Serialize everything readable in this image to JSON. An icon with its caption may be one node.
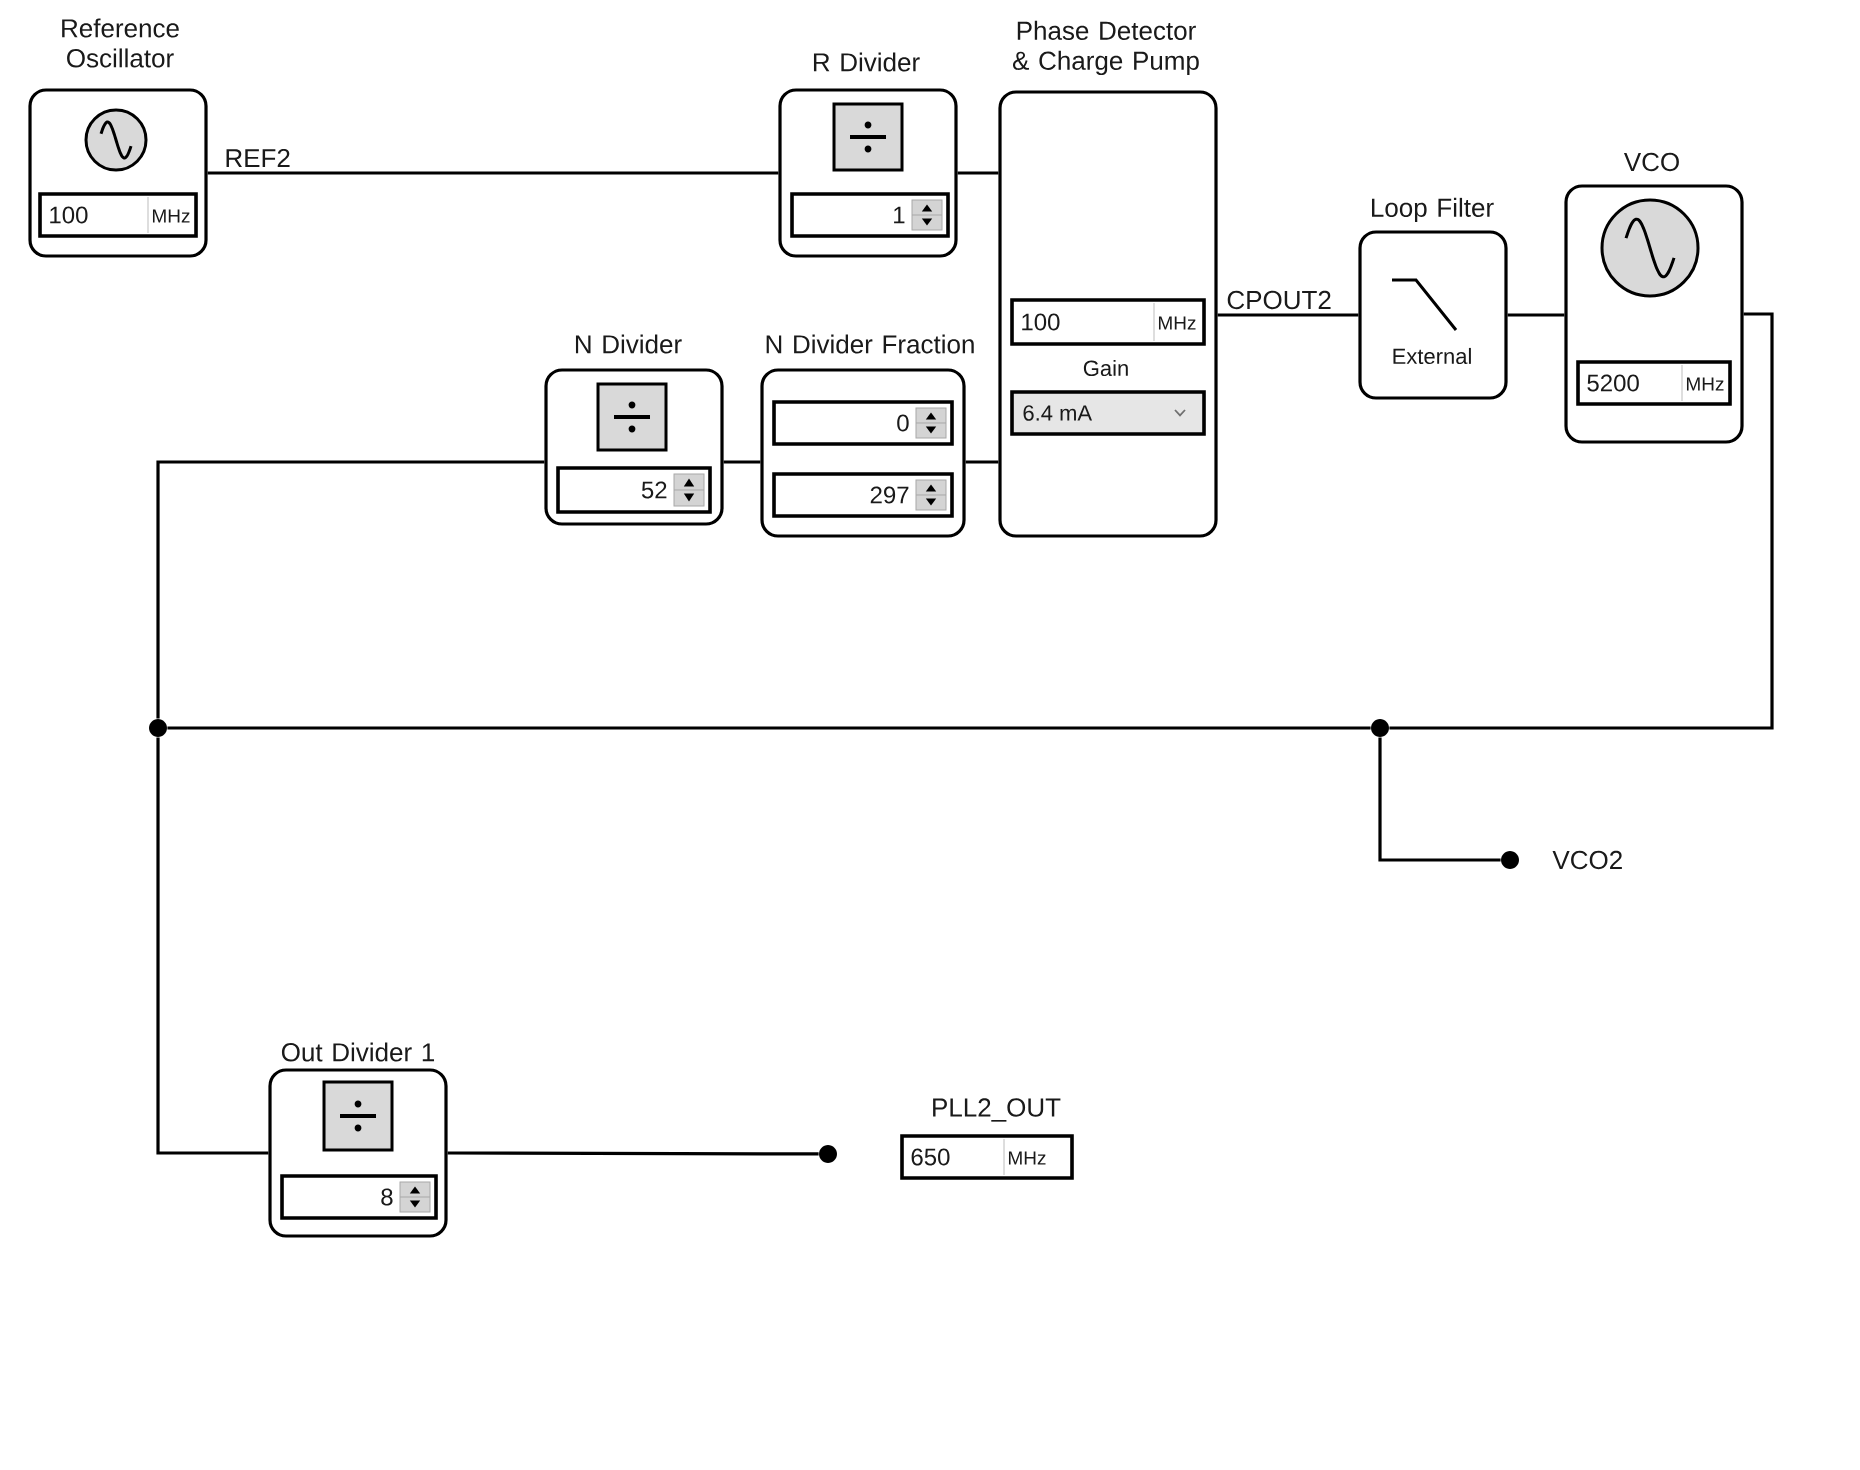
{
  "diagram": {
    "nodes": [
      {
        "text": [
          "Reference Oscillator",
          "100",
          "MHz"
        ]
      },
      {
        "text": [
          "R Divider",
          "1"
        ]
      },
      {
        "text": [
          "Phase Detector & Charge Pump",
          "100",
          "MHz",
          "Gain",
          "6.4 mA"
        ]
      },
      {
        "text": [
          "Loop Filter",
          "External"
        ]
      },
      {
        "text": [
          "VCO",
          "5200",
          "MHz"
        ]
      },
      {
        "text": [
          "N Divider",
          "52"
        ]
      },
      {
        "text": [
          "N Divider Fraction",
          "0",
          "297"
        ]
      },
      {
        "text": [],
        "shape": "circle"
      },
      {
        "text": [],
        "shape": "circle"
      },
      {
        "text": [],
        "shape": "circle",
        "beside": [
          "VCO2"
        ]
      },
      {
        "text": [
          "Out Divider 1",
          "8"
        ]
      },
      {
        "text": [],
        "shape": "circle"
      },
      {
        "text": [
          "PLL2_OUT",
          "650",
          "MHz"
        ]
      }
    ],
    "edges": [
      {
        "from": 0,
        "to": 1,
        "arrow": "none",
        "label": "REF2"
      },
      {
        "from": 1,
        "to": 2,
        "arrow": "none"
      },
      {
        "from": 2,
        "to": 3,
        "arrow": "none",
        "label": "CPOUT2"
      },
      {
        "from": 3,
        "to": 4,
        "arrow": "none"
      },
      {
        "from": 4,
        "to": 8,
        "arrow": "none"
      },
      {
        "from": 8,
        "to": 7,
        "arrow": "none"
      },
      {
        "from": 8,
        "to": 9,
        "arrow": "none"
      },
      {
        "from": 7,
        "to": 5,
        "arrow": "none"
      },
      {
        "from": 5,
        "to": 6,
        "arrow": "none"
      },
      {
        "from": 6,
        "to": 2,
        "arrow": "none"
      },
      {
        "from": 7,
        "to": 10,
        "arrow": "none"
      },
      {
        "from": 10,
        "to": 11,
        "arrow": "none"
      }
    ]
  }
}
